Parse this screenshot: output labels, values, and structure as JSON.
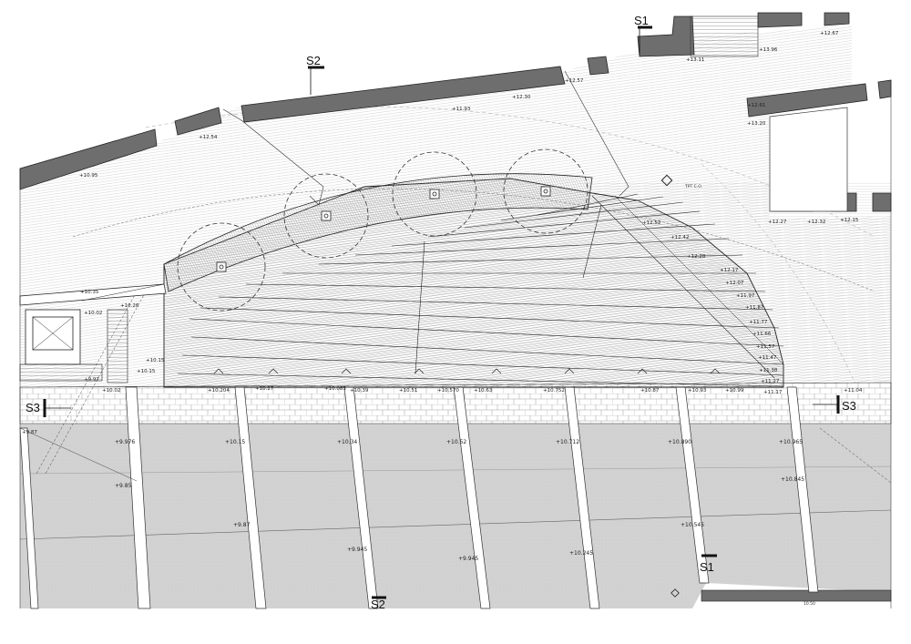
{
  "drawing": {
    "section_markers": [
      {
        "id": "S1_top",
        "label": "S1"
      },
      {
        "id": "S2_top",
        "label": "S2"
      },
      {
        "id": "S3_left",
        "label": "S3"
      },
      {
        "id": "S3_right",
        "label": "S3"
      },
      {
        "id": "S1_bottom",
        "label": "S1"
      },
      {
        "id": "S2_bottom",
        "label": "S2"
      }
    ],
    "plaza_elevations": [
      "+12.67",
      "+13.96",
      "+13.11",
      "+12.57",
      "+12.30",
      "+11.93",
      "+12.54",
      "+10.95",
      "+12.61",
      "+13.20",
      "+12.27",
      "+12.32",
      "+12.15"
    ],
    "step_elevations": [
      "+12.52",
      "+12.42",
      "+12.28",
      "+12.17",
      "+12.07",
      "+11.97",
      "+11.87",
      "+11.77",
      "+11.66",
      "+11.57",
      "+11.47",
      "+11.38",
      "+11.27",
      "+11.17"
    ],
    "edge_elevations": [
      "+10.35",
      "+10.26",
      "+10.02",
      "+10.15",
      "+10.15",
      "+10.204",
      "+10.27",
      "+10.083",
      "+10.39",
      "+10.51",
      "+10.570",
      "+10.63",
      "+10.752",
      "+10.87",
      "+10.93",
      "+10.99",
      "+11.04",
      "+9.97",
      "+10.02",
      "+9.87"
    ],
    "street_elevations": [
      "+9.976",
      "+10.15",
      "+10.34",
      "+10.52",
      "+10.712",
      "+10.890",
      "+10.965",
      "+10.845",
      "+10.545",
      "+10.245",
      "+9.945",
      "+9.945",
      "+9.87",
      "+9.85"
    ],
    "bottom_dimension": "10.50",
    "tree_label": "TPT C.O.",
    "colors": {
      "line": "#222222",
      "hatch_light": "#bdbdbd",
      "street_grey": "#d0d0d0",
      "building_fill": "#6e6e6e",
      "paving_line": "#9a9a9a"
    }
  }
}
